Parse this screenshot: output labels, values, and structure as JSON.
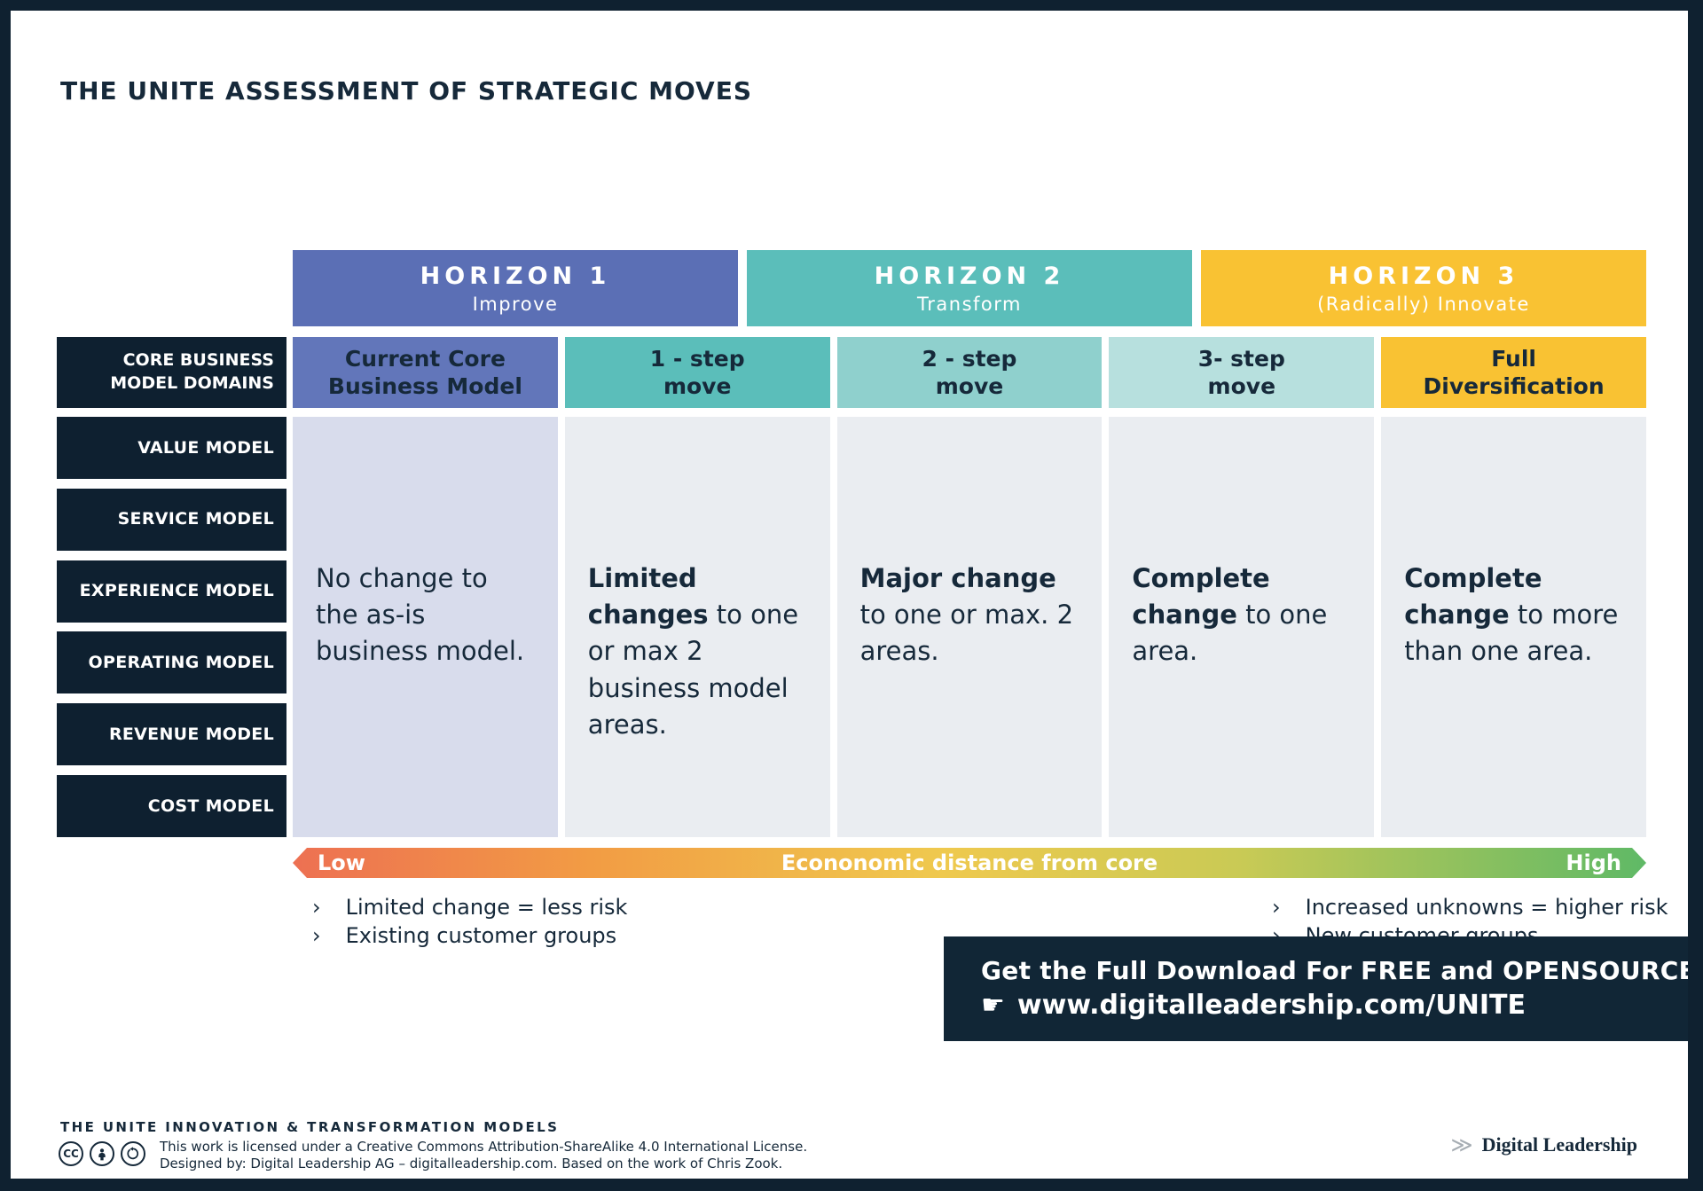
{
  "page": {
    "title": "THE UNITE ASSESSMENT OF STRATEGIC MOVES"
  },
  "colors": {
    "navy": "#0e2030",
    "horizon1_blue": "#5b6fb5",
    "horizon2_teal": "#5bbeba",
    "horizon3_yellow": "#f9c233",
    "step2_teal": "#8fd0cd",
    "step3_teal": "#b7e0de",
    "core_body_lavender": "#d8dcec",
    "body_gray": "#eaedf1",
    "gradient_left_orange": "#ed7052",
    "gradient_right_green": "#5fb966"
  },
  "horizons": [
    {
      "title": "HORIZON 1",
      "subtitle": "Improve"
    },
    {
      "title": "HORIZON 2",
      "subtitle": "Transform"
    },
    {
      "title": "HORIZON 3",
      "subtitle": "(Radically) Innovate"
    }
  ],
  "domains_header": "CORE BUSINESS MODEL DOMAINS",
  "domains": [
    "VALUE MODEL",
    "SERVICE MODEL",
    "EXPERIENCE MODEL",
    "OPERATING MODEL",
    "REVENUE MODEL",
    "COST MODEL"
  ],
  "columns": [
    {
      "header_line1": "Current Core",
      "header_line2": "Business Model",
      "body_bold": "",
      "body_rest": "No change to the as-is business model."
    },
    {
      "header_line1": "1 - step",
      "header_line2": "move",
      "body_bold": "Limited changes",
      "body_rest": " to one or max 2 business model areas."
    },
    {
      "header_line1": "2 - step",
      "header_line2": "move",
      "body_bold": "Major change",
      "body_rest": " to one or max. 2 areas."
    },
    {
      "header_line1": "3- step",
      "header_line2": "move",
      "body_bold": "Complete change",
      "body_rest": " to one area."
    },
    {
      "header_line1": "Full",
      "header_line2": "Diversification",
      "body_bold": "Complete change",
      "body_rest": " to more than one area."
    }
  ],
  "axis": {
    "low": "Low",
    "label": "Econonomic distance from core",
    "high": "High"
  },
  "icons": {
    "bullet_chevron": "›",
    "pointing_hand": "☛",
    "logo_chevron": "≫",
    "cc_label": "CC"
  },
  "bullets_left": [
    "Limited change = less risk",
    "Existing customer groups"
  ],
  "bullets_right": [
    "Increased unknowns = higher risk",
    "New customer groups"
  ],
  "banner": {
    "line1": "Get the Full Download For FREE and OPENSOURCE",
    "url": "www.digitalleadership.com/UNITE"
  },
  "footer": {
    "series_title": "THE UNITE INNOVATION & TRANSFORMATION MODELS",
    "license_line1": "This work is licensed under a Creative Commons Attribution-ShareAlike 4.0 International License.",
    "license_line2": "Designed by: Digital Leadership AG – digitalleadership.com. Based on the work of Chris Zook.",
    "brand_name": "Digital Leadership"
  }
}
